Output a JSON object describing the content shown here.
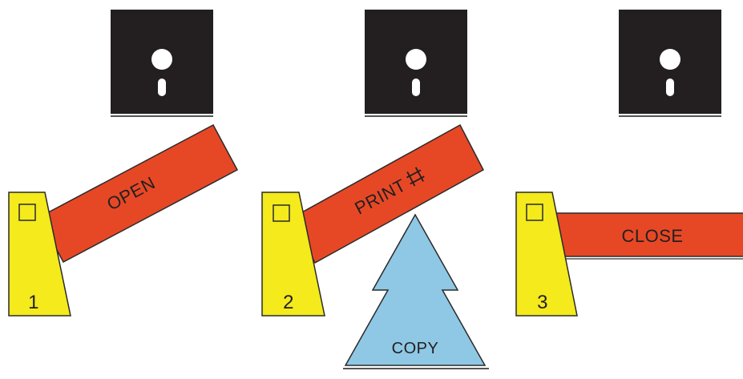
{
  "colors": {
    "background": "#ffffff",
    "disk": "#231f20",
    "base": "#f4ea1c",
    "arm": "#e64826",
    "copy_arrow": "#8ec8e4",
    "outline": "#2a2a2a"
  },
  "stations": [
    {
      "number": "1",
      "arm_label": "OPEN",
      "arm_state": "raised"
    },
    {
      "number": "2",
      "arm_label": "PRINT",
      "arm_icon": "hash-icon",
      "arm_state": "raised"
    },
    {
      "number": "3",
      "arm_label": "CLOSE",
      "arm_state": "lowered"
    }
  ],
  "copy": {
    "label": "COPY",
    "icon": "arrow-up-icon"
  }
}
